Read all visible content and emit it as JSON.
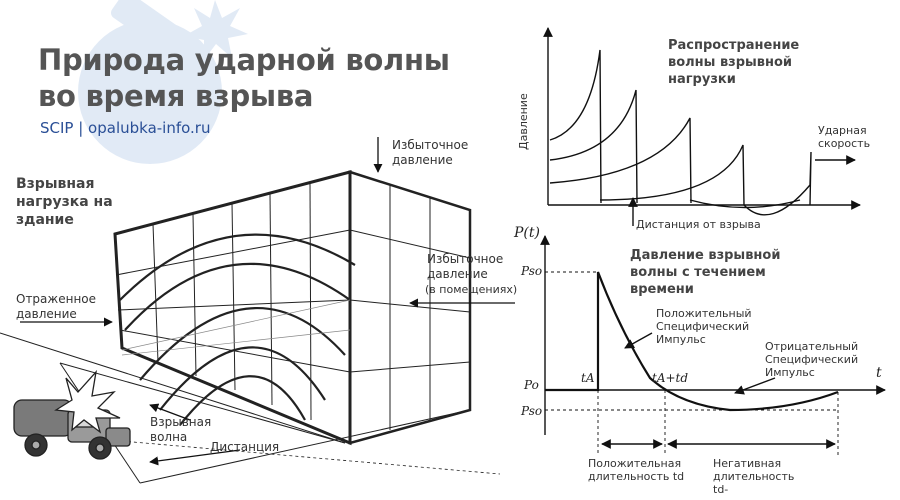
{
  "header": {
    "title_line1": "Природа ударной волны",
    "title_line2": "во время взрыва",
    "subtitle": "SCIP | opalubka-info.ru"
  },
  "building": {
    "heading": "Взрывная нагрузка на здание",
    "overpressure": "Избыточное давление",
    "interior_overpressure": "Избыточное давление",
    "interior_note": "(в помещениях)",
    "reflected_pressure": "Отраженное давление",
    "blast_wave": "Взрывная волна",
    "distance": "Дистанция"
  },
  "propagation": {
    "heading": "Распространение волны взрывной нагрузки",
    "y_axis": "Давление",
    "x_axis": "Дистанция от взрыва",
    "shock_velocity": "Ударная скорость"
  },
  "pressure_time": {
    "heading": "Давление взрывной волны с течением времени",
    "y_axis": "P(t)",
    "x_axis": "t",
    "p_so_pos": "Pso",
    "p_o": "Po",
    "p_so_neg": "Pso",
    "t_a": "tA",
    "t_a_td": "tA+td",
    "positive_impulse": "Положительный Специфический Импульс",
    "negative_impulse": "Отрицательный Специфический Импульс",
    "positive_duration": "Положительная длительность td",
    "negative_duration": "Негативная длительность td-"
  }
}
